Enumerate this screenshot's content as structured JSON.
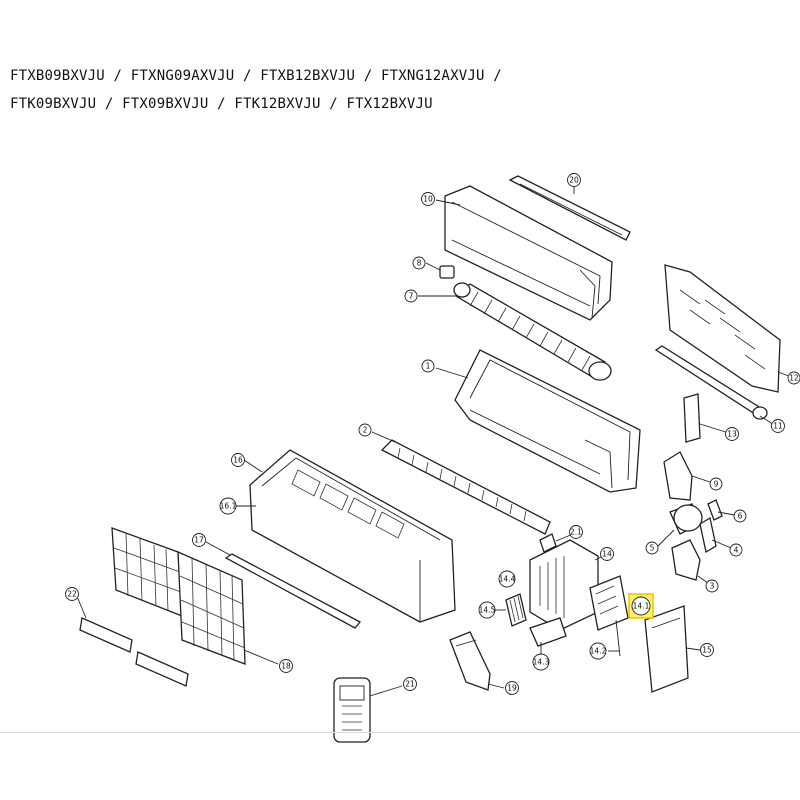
{
  "model_lines": [
    "FTXB09BXVJU / FTXNG09AXVJU / FTXB12BXVJU / FTXNG12AXVJU /",
    "FTK09BXVJU / FTX09BXVJU / FTK12BXVJU / FTX12BXVJU"
  ],
  "callouts": {
    "p1": "1",
    "p2": "2",
    "p3": "3",
    "p4": "4",
    "p5": "5",
    "p6": "6",
    "p7": "7",
    "p8": "8",
    "p9": "9",
    "p10": "10",
    "p11": "11",
    "p12": "12",
    "p13": "13",
    "p14": "14",
    "p14_1": "14.1",
    "p14_2": "14.2",
    "p14_3": "14.3",
    "p14_4": "14.4",
    "p14_5": "14.5",
    "p15": "15",
    "p16": "16",
    "p16_1": "16.1",
    "p17": "17",
    "p18": "18",
    "p19": "19",
    "p20": "20",
    "p21": "21",
    "p21_1": "2.1",
    "p22": "22"
  },
  "highlight_color": "#fff36b"
}
